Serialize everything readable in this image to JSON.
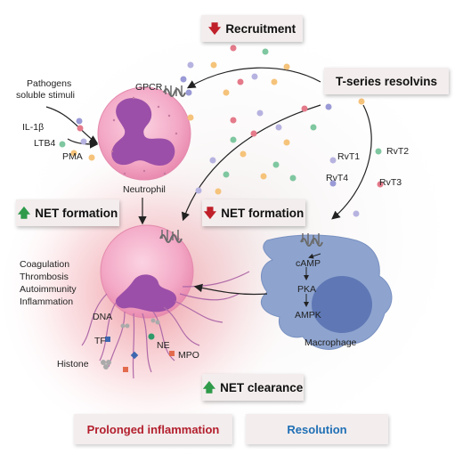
{
  "boxes": {
    "recruitment": "Recruitment",
    "tseries": "T-series resolvins",
    "net_formation_up": "NET formation",
    "net_formation_down": "NET formation",
    "net_clearance": "NET clearance"
  },
  "labels": {
    "pathogens": "Pathogens",
    "soluble_stimuli": "soluble stimuli",
    "il1b": "IL-1β",
    "ltb4": "LTB4",
    "pma": "PMA",
    "gpcr": "GPCR",
    "neutrophil": "Neutrophil",
    "rvt1": "RvT1",
    "rvt2": "RvT2",
    "rvt3": "RvT3",
    "rvt4": "RvT4",
    "coagulation": "Coagulation",
    "thrombosis": "Thrombosis",
    "autoimmunity": "Autoimmunity",
    "inflammation": "Inflammation",
    "dna": "DNA",
    "tf": "TF",
    "ne": "NE",
    "mpo": "MPO",
    "histone": "Histone",
    "camp": "cAMP",
    "pka": "PKA",
    "ampk": "AMPK",
    "macrophage": "Macrophage"
  },
  "outcomes": {
    "prolonged": "Prolonged inflammation",
    "resolution": "Resolution"
  },
  "colors": {
    "down_arrow": "#c0202a",
    "up_arrow": "#2e9a4a",
    "prolonged_text": "#b31f2d",
    "resolution_text": "#1f6fb5",
    "neutrophil_fill": "#f2a6c4",
    "nucleus_fill": "#9b4fa8",
    "macrophage_fill": "#8ea4cf",
    "macro_nucleus": "#5f78b5",
    "box_bg": "#f3eded"
  }
}
